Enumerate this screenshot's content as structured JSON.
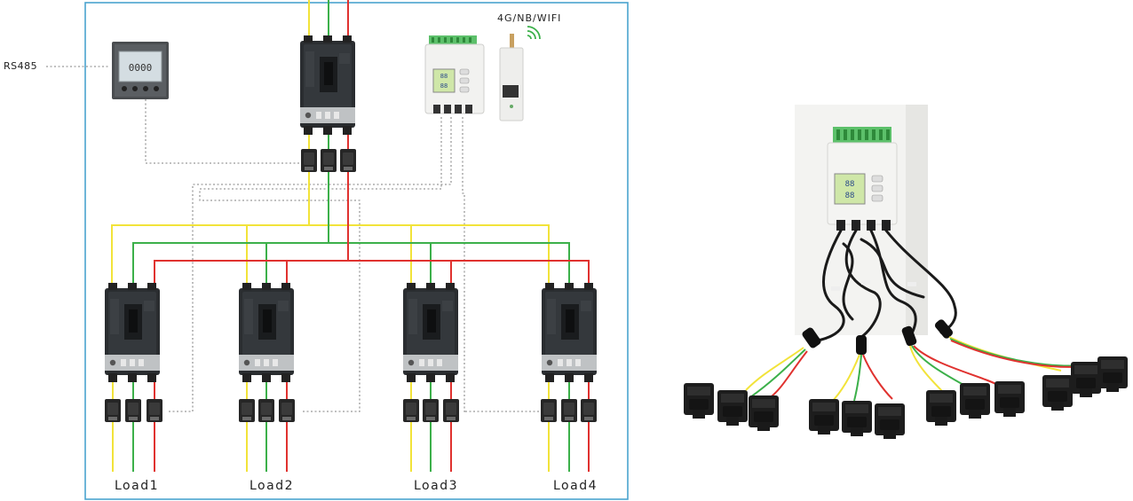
{
  "labels": {
    "rs485": "RS485",
    "wireless": "4G/NB/WIFI"
  },
  "loads": [
    "Load1",
    "Load2",
    "Load3",
    "Load4"
  ],
  "colors": {
    "frame": "#4aa3cf",
    "phase_a": "#f2e33a",
    "phase_b": "#3cb04a",
    "phase_c": "#e0322f",
    "signal": "#9a9a9a",
    "breaker": "#2a2d30",
    "ct": "#262626",
    "meter_body": "#f2f2f0",
    "screen": "#cfe7a8",
    "terminal": "#5cc06a"
  },
  "icons": {
    "panel_meter": "panel-meter-icon",
    "multi_circuit_meter": "multi-circuit-meter-icon",
    "gateway": "gateway-icon",
    "signal": "wifi-signal-icon",
    "breaker": "breaker-icon",
    "ct": "current-transformer-icon"
  }
}
